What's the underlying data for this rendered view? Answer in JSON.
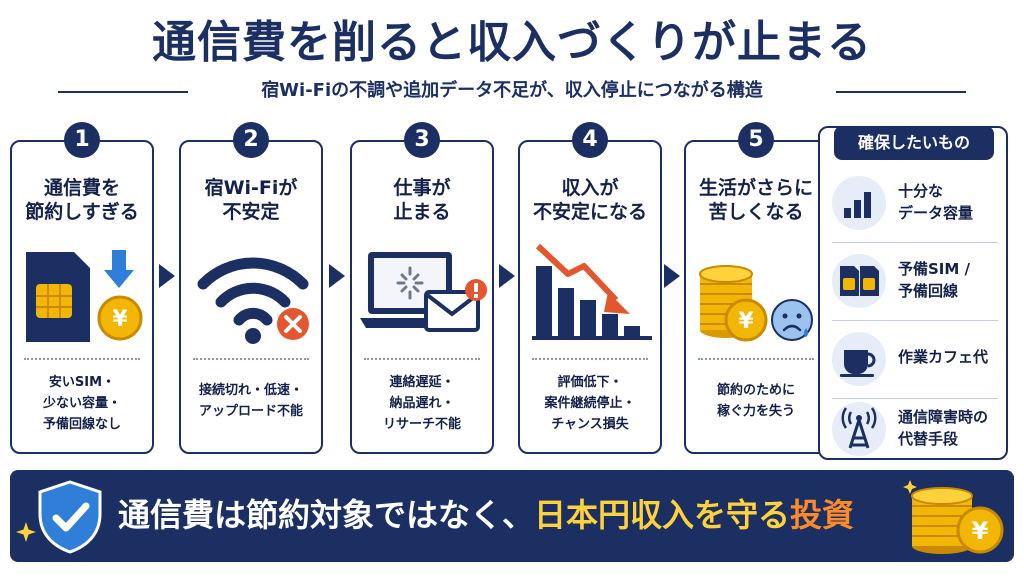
{
  "title": "通信費を削ると収入づくりが止まる",
  "subtitle": "宿Wi-Fiの不調や追加データ不足が、収入停止につながる構造",
  "steps": [
    {
      "number": "1",
      "title_line1": "通信費を",
      "title_line2": "節約しすぎる",
      "desc": [
        "安いSIM・",
        "少ない容量・",
        "予備回線なし"
      ],
      "icons": [
        "sim-card-icon",
        "down-arrow-icon",
        "yen-coin-icon"
      ]
    },
    {
      "number": "2",
      "title_line1": "宿Wi-Fiが",
      "title_line2": "不安定",
      "desc": [
        "接続切れ・低速・",
        "アップロード不能"
      ],
      "icons": [
        "wifi-icon",
        "error-x-icon"
      ]
    },
    {
      "number": "3",
      "title_line1": "仕事が",
      "title_line2": "止まる",
      "desc": [
        "連絡遅延・",
        "納品遅れ・",
        "リサーチ不能"
      ],
      "icons": [
        "laptop-icon",
        "envelope-icon",
        "alert-icon"
      ]
    },
    {
      "number": "4",
      "title_line1": "収入が",
      "title_line2": "不安定になる",
      "desc": [
        "評価低下・",
        "案件継続停止・",
        "チャンス損失"
      ],
      "icons": [
        "declining-bar-chart-icon"
      ]
    },
    {
      "number": "5",
      "title_line1": "生活がさらに",
      "title_line2": "苦しくなる",
      "desc": [
        "節約のために",
        "稼ぐ力を失う"
      ],
      "icons": [
        "coin-stack-icon",
        "yen-coin-icon",
        "sad-face-icon"
      ]
    }
  ],
  "side": {
    "heading": "確保したいもの",
    "items": [
      {
        "label": "十分な\nデータ容量",
        "icon": "signal-bars-icon"
      },
      {
        "label": "予備SIM /\n予備回線",
        "icon": "dual-sim-icon"
      },
      {
        "label": "作業カフェ代",
        "icon": "coffee-cup-icon"
      },
      {
        "label": "通信障害時の\n代替手段",
        "icon": "antenna-tower-icon"
      }
    ]
  },
  "banner": {
    "part1": "通信費は節約対象ではなく、",
    "part2": "日本円収入を守る",
    "part3": "投資"
  },
  "colors": {
    "navy": "#1c2f63",
    "blue": "#2f7fd8",
    "gold": "#f2b705",
    "red": "#e4572e",
    "orange": "#ff8a2a",
    "yellow": "#ffd23c"
  }
}
